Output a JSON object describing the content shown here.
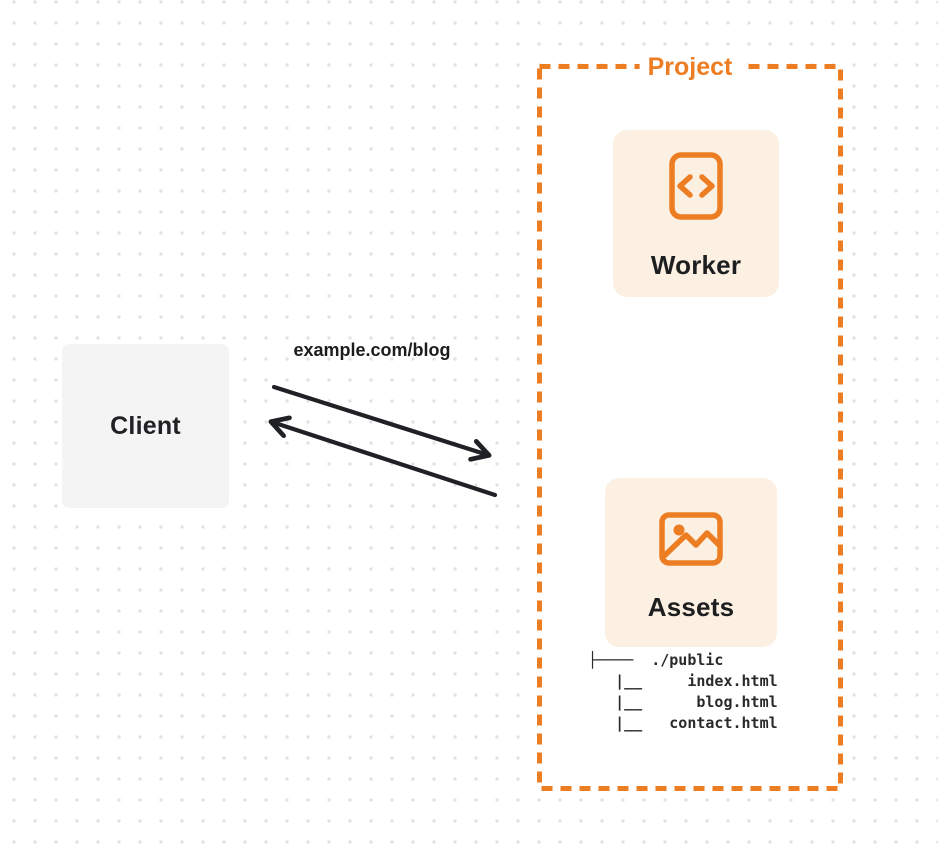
{
  "colors": {
    "orange": "#ED7D23",
    "card-bg": "#FCF0E3",
    "client-bg": "#F4F4F5",
    "ink": "#202124",
    "tree-ink": "#2A2A2C",
    "dot": "#E2E2E4",
    "canvas-bg": "#FFFFFF"
  },
  "client": {
    "label": "Client"
  },
  "request": {
    "label": "example.com/blog"
  },
  "project": {
    "label": "Project",
    "worker": {
      "label": "Worker",
      "icon": "code-file-icon"
    },
    "assets": {
      "label": "Assets",
      "icon": "image-icon"
    },
    "file_tree": {
      "lines": [
        "├────  ./public",
        "   |__     index.html",
        "   |__      blog.html",
        "   |__   contact.html"
      ]
    }
  }
}
